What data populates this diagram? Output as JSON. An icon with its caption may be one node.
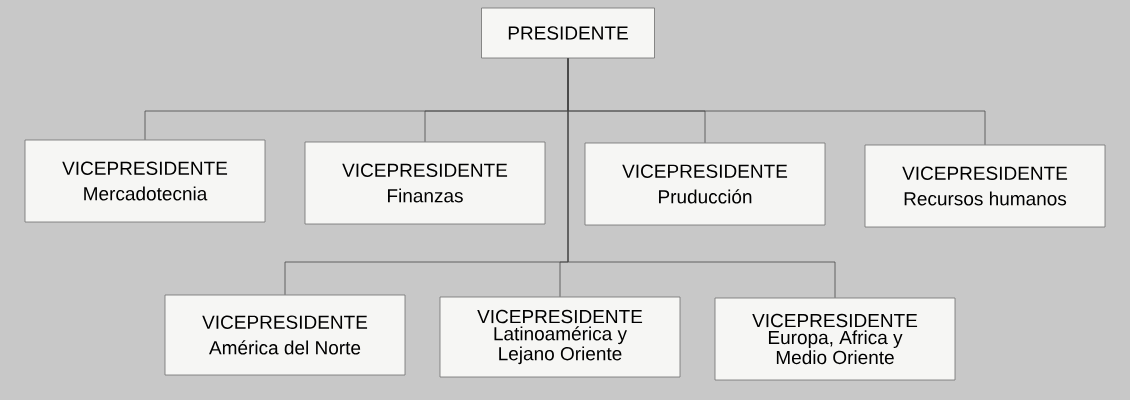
{
  "diagram": {
    "nodes": [
      {
        "text": [
          "PRESIDENTE"
        ]
      },
      {
        "text": [
          "VICEPRESIDENTE",
          "Mercadotecnia"
        ]
      },
      {
        "text": [
          "VICEPRESIDENTE",
          "Finanzas"
        ]
      },
      {
        "text": [
          "VICEPRESIDENTE",
          "Pruducción"
        ]
      },
      {
        "text": [
          "VICEPRESIDENTE",
          "Recursos humanos"
        ]
      },
      {
        "text": [
          "VICEPRESIDENTE",
          "América del Norte"
        ]
      },
      {
        "text": [
          "VICEPRESIDENTE",
          "Latinoamérica y Lejano Oriente"
        ]
      },
      {
        "text": [
          "VICEPRESIDENTE",
          "Europa, Africa y Medio Oriente"
        ]
      }
    ],
    "edges": [
      {
        "from": 0,
        "to": 1,
        "arrow": "none"
      },
      {
        "from": 0,
        "to": 2,
        "arrow": "none"
      },
      {
        "from": 0,
        "to": 3,
        "arrow": "none"
      },
      {
        "from": 0,
        "to": 4,
        "arrow": "none"
      },
      {
        "from": 0,
        "to": 5,
        "arrow": "none"
      },
      {
        "from": 0,
        "to": 6,
        "arrow": "none"
      },
      {
        "from": 0,
        "to": 7,
        "arrow": "none"
      }
    ]
  }
}
